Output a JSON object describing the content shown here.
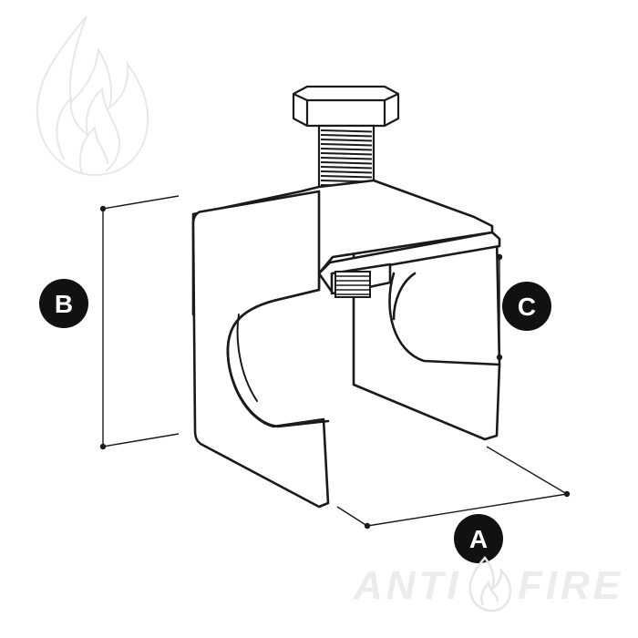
{
  "labels": {
    "a": "A",
    "b": "B",
    "c": "C"
  },
  "brand": {
    "left": "ANTI",
    "right": "FIRE"
  },
  "icons": {
    "watermark": "flame-icon",
    "logo": "flame-icon"
  },
  "colors": {
    "line": "#1a1a1a",
    "badge": "#111111",
    "watermark": "#ececec"
  }
}
